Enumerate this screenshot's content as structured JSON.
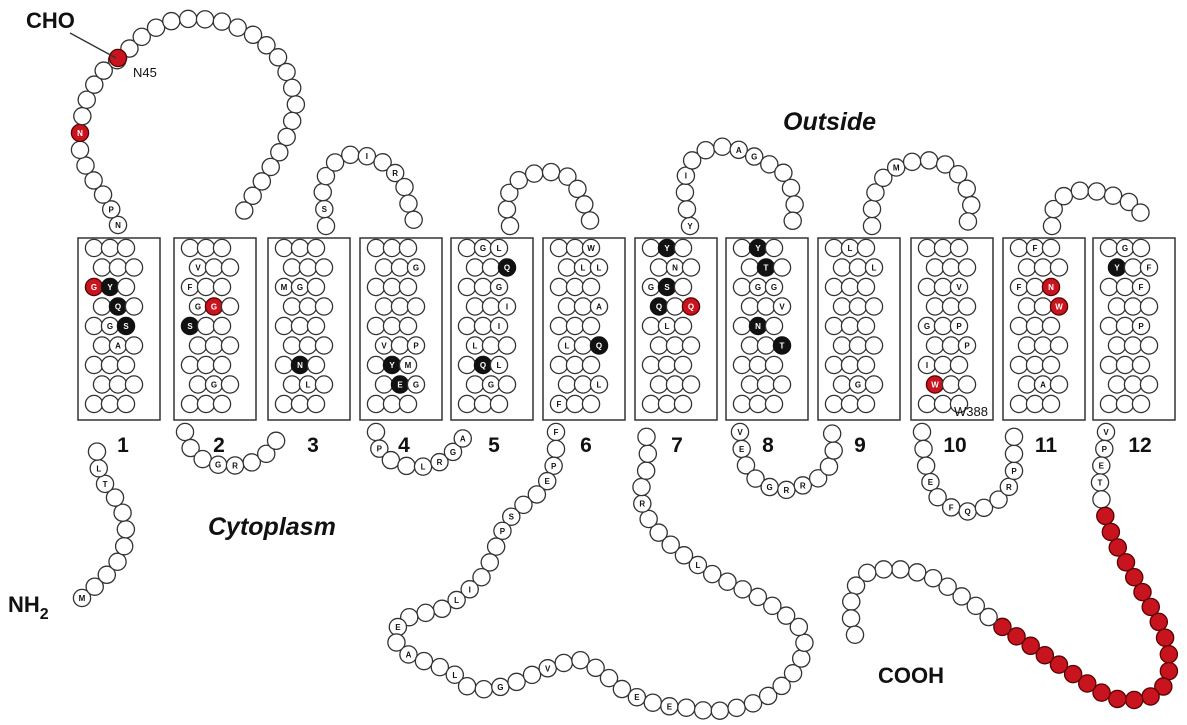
{
  "labels": {
    "cho": "CHO",
    "n45": "N45",
    "outside": "Outside",
    "cytoplasm": "Cytoplasm",
    "nh2": "NH",
    "nh2_sub": "2",
    "cooh": "COOH",
    "w388": "W388"
  },
  "helices": [
    "1",
    "2",
    "3",
    "4",
    "5",
    "6",
    "7",
    "8",
    "9",
    "10",
    "11",
    "12"
  ],
  "legend_colors": {
    "highlight_red": "#c8141e",
    "conserved_black": "#111111",
    "residue_white": "#ffffff"
  }
}
